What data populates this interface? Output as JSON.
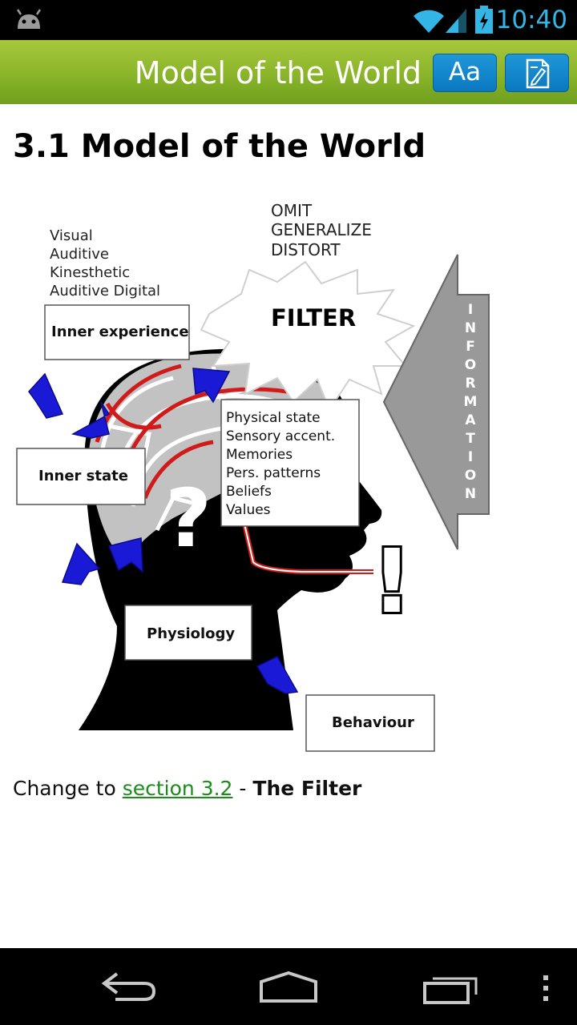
{
  "status_bar": {
    "time": "10:40",
    "accent_color": "#33b5e5"
  },
  "action_bar": {
    "title": "Model of the World",
    "font_button_label": "Aa",
    "brand_color": "#8ab42a",
    "button_color": "#0a78c0"
  },
  "content": {
    "heading": "3.1 Model of the World",
    "figure": {
      "channels": [
        "Visual",
        "Auditive",
        "Kinesthetic",
        "Auditive Digital"
      ],
      "filter_actions": [
        "OMIT",
        "GENERALIZE",
        "DISTORT"
      ],
      "filter_label": "FILTER",
      "inner_experience": "Inner experience",
      "inner_state": "Inner state",
      "physiology": "Physiology",
      "behaviour": "Behaviour",
      "filter_factors": [
        "Physical state",
        "Sensory accent.",
        "Memories",
        "Pers. patterns",
        "Beliefs",
        "Values"
      ],
      "information_letters": [
        "I",
        "N",
        "F",
        "O",
        "R",
        "M",
        "A",
        "T",
        "I",
        "O",
        "N"
      ],
      "question_mark": "?",
      "exclamation_mark": "!"
    },
    "footer": {
      "prefix": "Change to ",
      "link_text": "section 3.2",
      "separator": " - ",
      "bold_text": "The Filter"
    }
  }
}
